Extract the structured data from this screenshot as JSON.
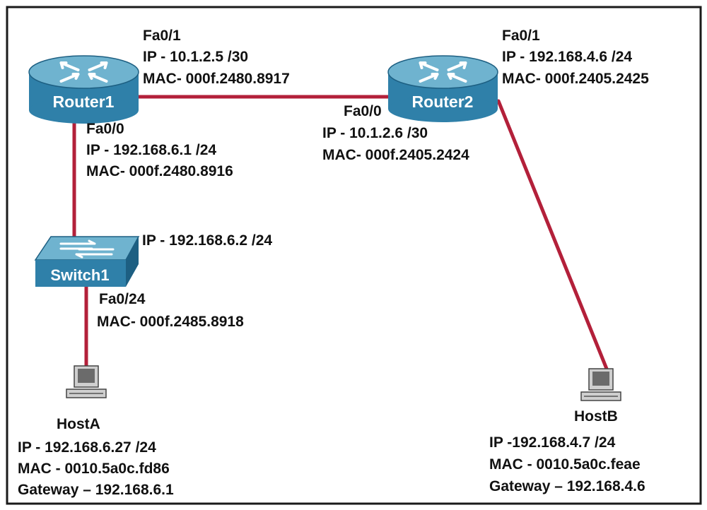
{
  "colors": {
    "frame": "#1a1a1a",
    "link": "#b3203a",
    "device_top": "#6fb3cf",
    "device_side": "#2f80a9",
    "device_dark": "#1d5f82",
    "arrow": "#ffffff",
    "pc_body": "#cfcfcf",
    "pc_screen": "#6b6b6b"
  },
  "devices": {
    "router1": {
      "name": "Router1",
      "icon": "router-icon"
    },
    "router2": {
      "name": "Router2",
      "icon": "router-icon"
    },
    "switch1": {
      "name": "Switch1",
      "icon": "switch-icon"
    },
    "hosta": {
      "name": "HostA",
      "icon": "pc-icon"
    },
    "hostb": {
      "name": "HostB",
      "icon": "pc-icon"
    }
  },
  "labels": {
    "r1_fa01": {
      "iface": "Fa0/1",
      "ip": "IP - 10.1.2.5 /30",
      "mac": "MAC- 000f.2480.8917"
    },
    "r1_fa00": {
      "iface": "Fa0/0",
      "ip": "IP - 192.168.6.1 /24",
      "mac": "MAC- 000f.2480.8916"
    },
    "r2_fa01": {
      "iface": "Fa0/1",
      "ip": "IP - 192.168.4.6 /24",
      "mac": "MAC- 000f.2405.2425"
    },
    "r2_fa00": {
      "iface": "Fa0/0",
      "ip": "IP - 10.1.2.6 /30",
      "mac": "MAC- 000f.2405.2424"
    },
    "sw1": {
      "ip": "IP - 192.168.6.2 /24",
      "iface": "Fa0/24",
      "mac": "MAC- 000f.2485.8918"
    },
    "hosta": {
      "ip": "IP - 192.168.6.27 /24",
      "mac": "MAC - 0010.5a0c.fd86",
      "gw": "Gateway – 192.168.6.1"
    },
    "hostb": {
      "ip": "IP -192.168.4.7 /24",
      "mac": "MAC - 0010.5a0c.feae",
      "gw": "Gateway – 192.168.4.6"
    }
  }
}
